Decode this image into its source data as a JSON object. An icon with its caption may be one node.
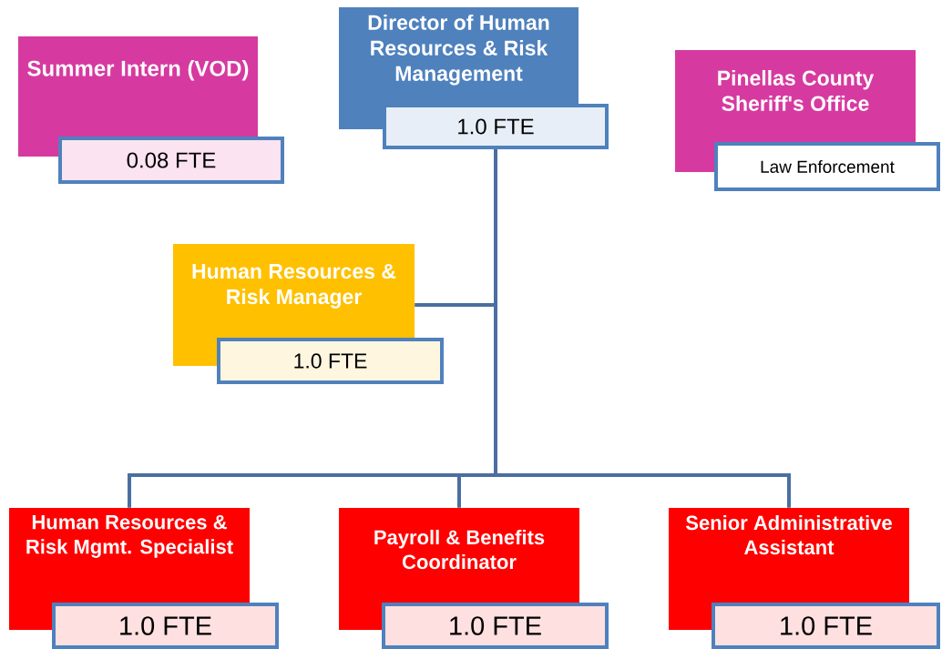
{
  "diagram": {
    "nodes": [
      {
        "text": [
          "Summer Intern (VOD)"
        ]
      },
      {
        "text": [
          "0.08 FTE"
        ]
      },
      {
        "text": [
          "Director of Human Resources & Risk Management"
        ]
      },
      {
        "text": [
          "1.0 FTE"
        ]
      },
      {
        "text": [
          "Pinellas County Sheriff's Office"
        ]
      },
      {
        "text": [
          "Law Enforcement"
        ]
      },
      {
        "text": [
          "Human Resources & Risk Manager"
        ]
      },
      {
        "text": [
          "1.0 FTE"
        ]
      },
      {
        "text": [
          "Human Resources & Risk Mgmt. Specialist"
        ]
      },
      {
        "text": [
          "1.0 FTE"
        ]
      },
      {
        "text": [
          "Payroll & Benefits Coordinator"
        ]
      },
      {
        "text": [
          "1.0 FTE"
        ]
      },
      {
        "text": [
          "Senior Administrative Assistant"
        ]
      },
      {
        "text": [
          "1.0 FTE"
        ]
      }
    ],
    "edges": [
      {
        "from": 3,
        "to": 6,
        "arrow": "none"
      },
      {
        "from": 3,
        "to": 8,
        "arrow": "none"
      },
      {
        "from": 3,
        "to": 10,
        "arrow": "none"
      },
      {
        "from": 3,
        "to": 12,
        "arrow": "none"
      }
    ]
  }
}
